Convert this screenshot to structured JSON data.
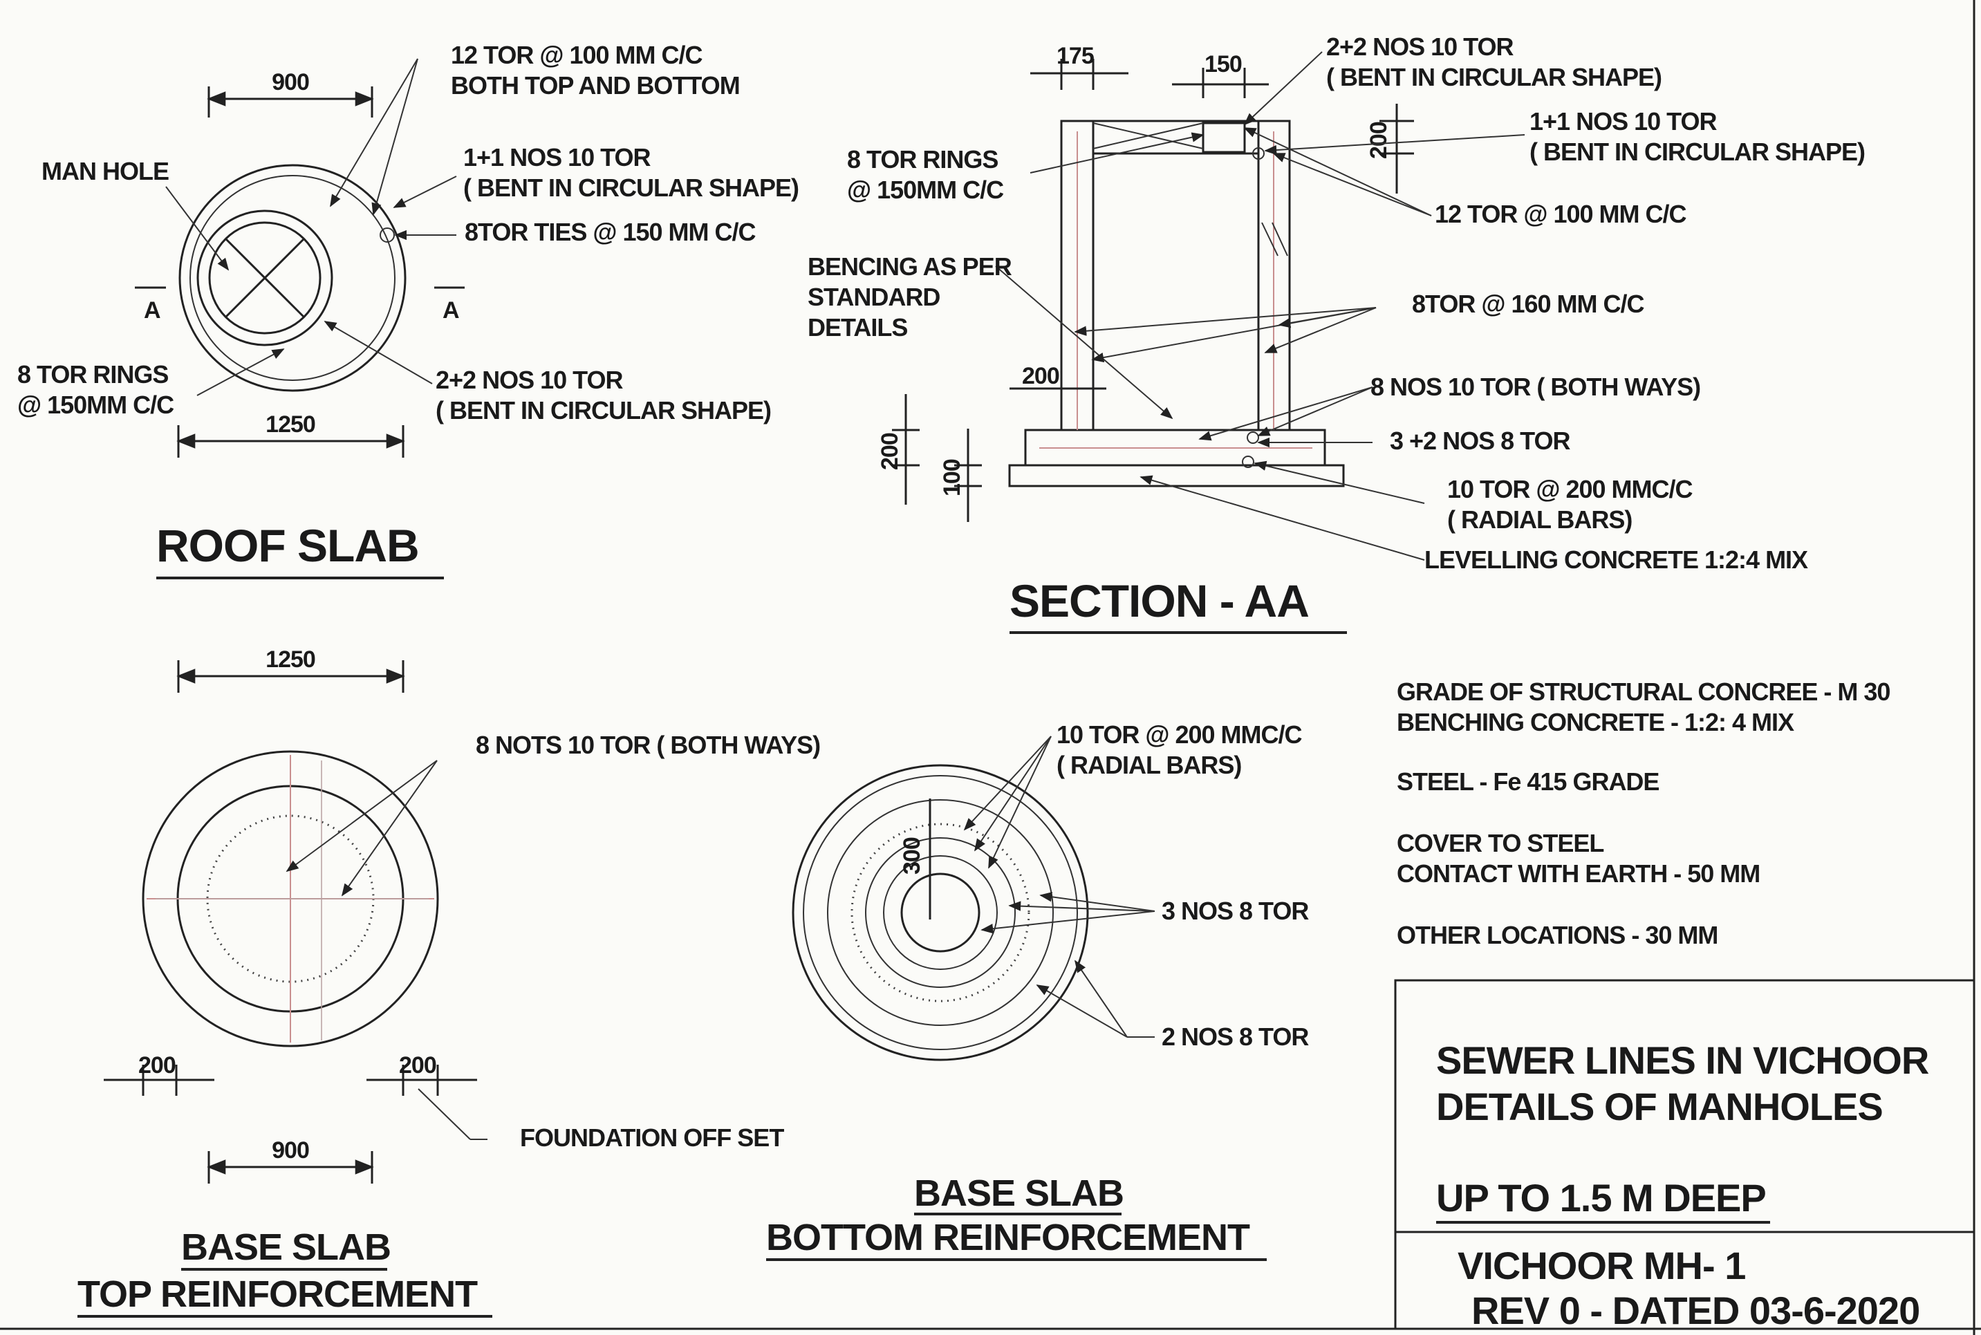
{
  "roof_slab": {
    "title": "ROOF SLAB",
    "dim_top": "900",
    "dim_bottom": "1250",
    "manhole": "MAN HOLE",
    "section_mark": "A",
    "note_top_1": "12 TOR @ 100 MM C/C",
    "note_top_2": "BOTH TOP AND BOTTOM",
    "note_ring_1": "1+1  NOS 10 TOR",
    "note_ring_2": "( BENT IN CIRCULAR SHAPE)",
    "note_ties": "8TOR  TIES @ 150 MM C/C",
    "note_rings_1": "8  TOR RINGS",
    "note_rings_2": "@ 150MM C/C",
    "note_22_1": "2+2  NOS 10 TOR",
    "note_22_2": "( BENT IN CIRCULAR SHAPE)"
  },
  "section": {
    "title": "SECTION - AA",
    "dim_175": "175",
    "dim_150": "150",
    "dim_200_top": "200",
    "dim_200_wall": "200",
    "dim_200_base": "200",
    "dim_100": "100",
    "n1_1": "2+2  NOS 10 TOR",
    "n1_2": "( BENT IN CIRCULAR SHAPE)",
    "n2_1": "1+1  NOS 10 TOR",
    "n2_2": "( BENT IN CIRCULAR SHAPE)",
    "n3": "12 TOR @ 100 MM C/C",
    "n4_1": "8  TOR RINGS",
    "n4_2": "@ 150MM C/C",
    "n5_1": "BENCING AS PER",
    "n5_2": "STANDARD",
    "n5_3": "DETAILS",
    "n6": "8TOR @ 160 MM C/C",
    "n7": "8 NOS 10 TOR  ( BOTH WAYS)",
    "n8": "3 +2 NOS 8 TOR",
    "n9_1": "10 TOR @ 200 MMC/C",
    "n9_2": "( RADIAL BARS)",
    "n10": "LEVELLING CONCRETE 1:2:4 MIX"
  },
  "base_top": {
    "title_1": "BASE SLAB",
    "title_2": "TOP REINFORCEMENT",
    "dim_1250": "1250",
    "dim_900": "900",
    "dim_200_left": "200",
    "dim_200_right": "200",
    "note_bars": "8 NOTS 10 TOR  ( BOTH WAYS)",
    "note_offset": "FOUNDATION OFF SET"
  },
  "base_bottom": {
    "title_1": "BASE SLAB",
    "title_2": "BOTTOM REINFORCEMENT",
    "dim_300": "300",
    "n_radial_1": "10 TOR @ 200 MMC/C",
    "n_radial_2": "( RADIAL BARS)",
    "n_3nos": "3 NOS 8 TOR",
    "n_2nos": "2 NOS 8 TOR"
  },
  "notes": {
    "l1": "GRADE OF STRUCTURAL CONCREE - M 30",
    "l2": "BENCHING CONCRETE - 1:2: 4 MIX",
    "l3": "STEEL - Fe 415 GRADE",
    "l4": "COVER TO STEEL",
    "l5": "CONTACT WITH EARTH - 50 MM",
    "l6": "OTHER LOCATIONS - 30 MM"
  },
  "title_block": {
    "line1": "SEWER LINES IN VICHOOR",
    "line2": "DETAILS OF MANHOLES",
    "line3": "UP TO 1.5 M DEEP",
    "line4": "VICHOOR MH- 1",
    "line5": "REV 0 - DATED 03-6-2020"
  }
}
